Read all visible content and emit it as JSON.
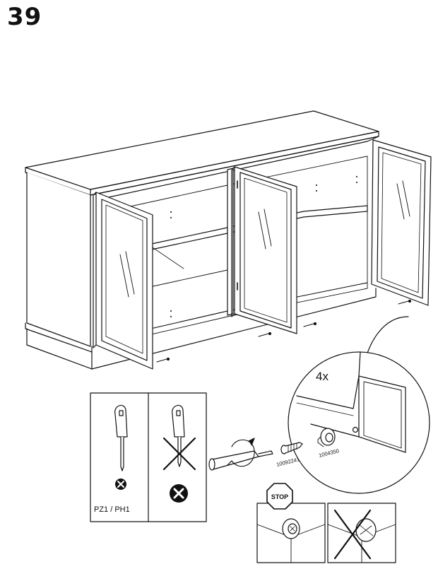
{
  "page": {
    "step_number": "39"
  },
  "callout": {
    "quantity": "4x"
  },
  "tools": {
    "allowed_label": "PZ1 / PH1"
  },
  "parts": {
    "screw_id": "10092241",
    "washer_id": "1004350"
  },
  "warning": {
    "stop_label": "STOP"
  }
}
